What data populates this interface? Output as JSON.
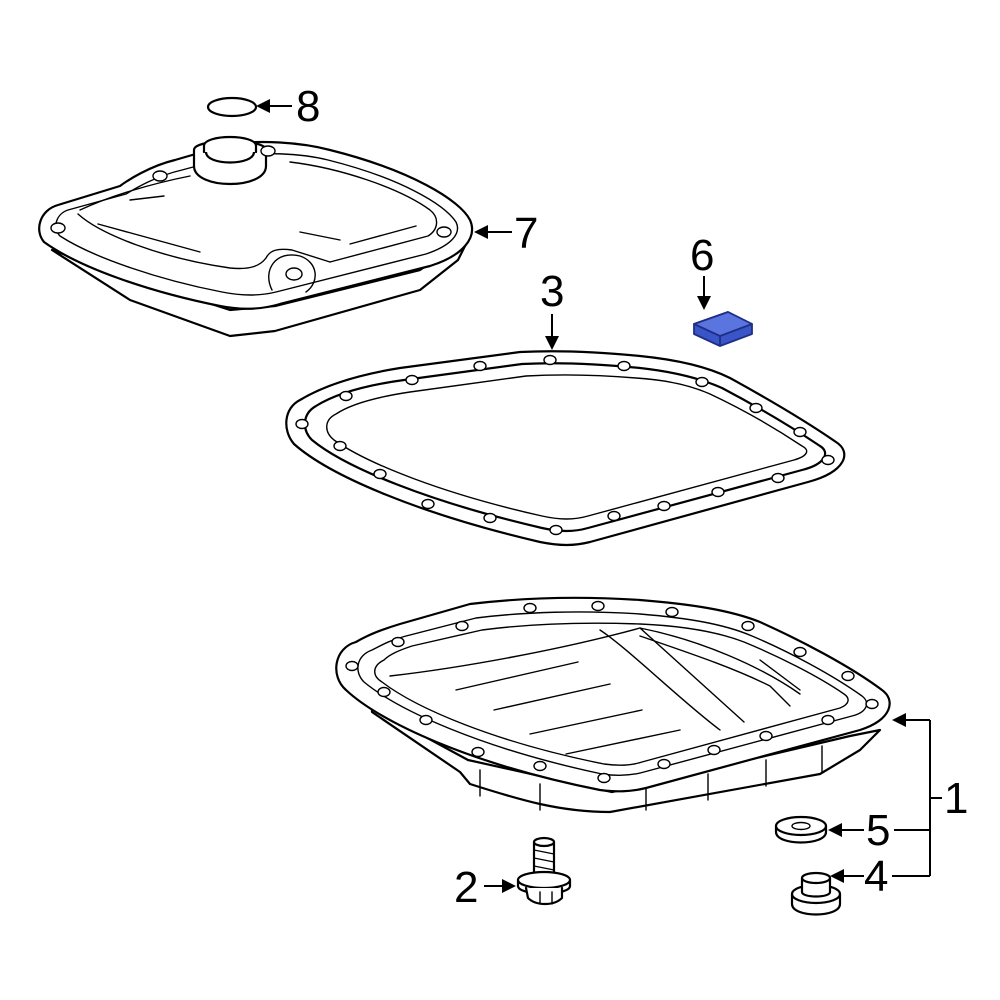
{
  "diagram": {
    "colors": {
      "line": "#000000",
      "background": "#ffffff",
      "highlight": "#3a55c8",
      "highlight_dark": "#1f2f86"
    },
    "callouts": [
      {
        "id": "1",
        "label": "1"
      },
      {
        "id": "2",
        "label": "2"
      },
      {
        "id": "3",
        "label": "3"
      },
      {
        "id": "4",
        "label": "4"
      },
      {
        "id": "5",
        "label": "5"
      },
      {
        "id": "6",
        "label": "6"
      },
      {
        "id": "7",
        "label": "7"
      },
      {
        "id": "8",
        "label": "8"
      }
    ]
  }
}
